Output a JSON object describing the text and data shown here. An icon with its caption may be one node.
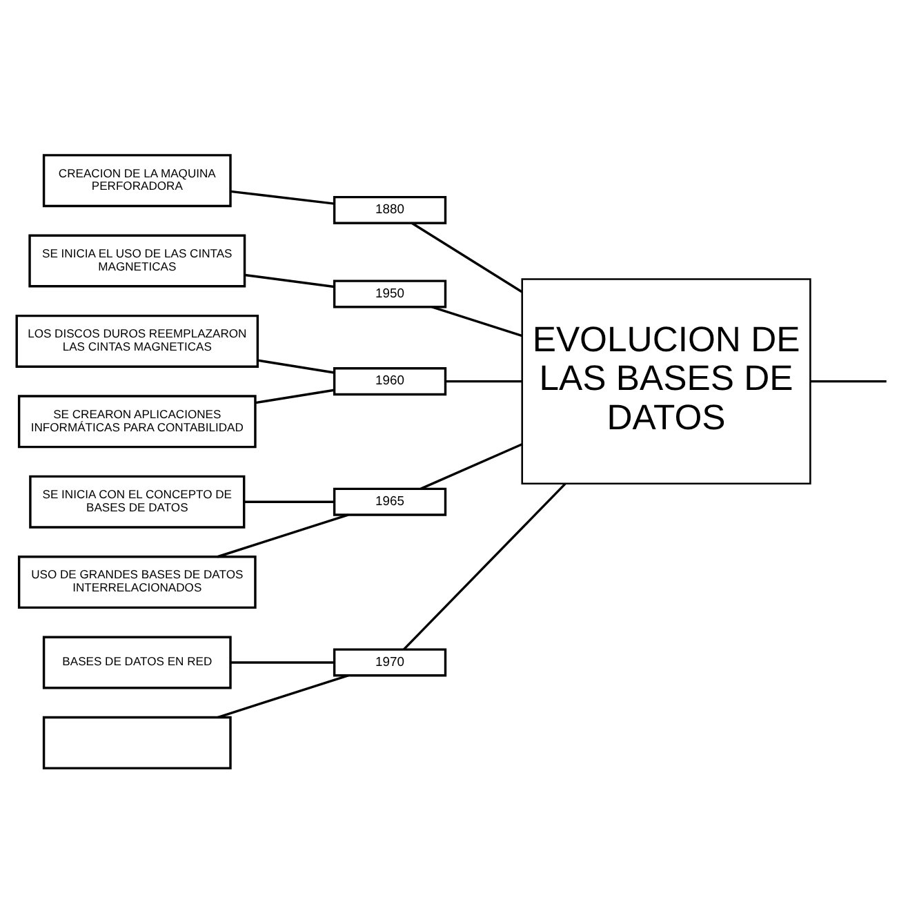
{
  "diagram": {
    "nodes": [
      {
        "text": [
          "CREACION DE LA MAQUINA PERFORADORA"
        ]
      },
      {
        "text": [
          "1880"
        ]
      },
      {
        "text": [
          "SE INICIA EL USO DE LAS CINTAS MAGNETICAS"
        ]
      },
      {
        "text": [
          "1950"
        ]
      },
      {
        "text": [
          "LOS DISCOS DUROS REEMPLAZARON LAS CINTAS MAGNETICAS"
        ]
      },
      {
        "text": [
          "SE CREARON APLICACIONES INFORMÁTICAS PARA CONTABILIDAD"
        ]
      },
      {
        "text": [
          "1960"
        ]
      },
      {
        "text": [
          "SE INICIA CON EL CONCEPTO DE BASES DE DATOS"
        ]
      },
      {
        "text": [
          "USO DE GRANDES BASES DE DATOS INTERRELACIONADOS"
        ]
      },
      {
        "text": [
          "1965"
        ]
      },
      {
        "text": [
          "BASES DE DATOS EN RED"
        ]
      },
      {
        "text": [],
        "shape": "box"
      },
      {
        "text": [
          "1970"
        ]
      },
      {
        "text": [
          "EVOLUCION DE LAS BASES DE DATOS"
        ]
      }
    ],
    "edges": [
      {
        "from": 0,
        "to": 1,
        "arrow": "none"
      },
      {
        "from": 2,
        "to": 3,
        "arrow": "none"
      },
      {
        "from": 4,
        "to": 6,
        "arrow": "none"
      },
      {
        "from": 5,
        "to": 6,
        "arrow": "none"
      },
      {
        "from": 7,
        "to": 9,
        "arrow": "none"
      },
      {
        "from": 8,
        "to": 9,
        "arrow": "none"
      },
      {
        "from": 10,
        "to": 12,
        "arrow": "none"
      },
      {
        "from": 11,
        "to": 12,
        "arrow": "none"
      },
      {
        "from": 1,
        "to": 13,
        "arrow": "none"
      },
      {
        "from": 3,
        "to": 13,
        "arrow": "none"
      },
      {
        "from": 6,
        "to": 13,
        "arrow": "none"
      },
      {
        "from": 9,
        "to": 13,
        "arrow": "none"
      },
      {
        "from": 12,
        "to": 13,
        "arrow": "none"
      },
      {
        "from": 13,
        "to": null,
        "arrow": "none"
      }
    ]
  }
}
